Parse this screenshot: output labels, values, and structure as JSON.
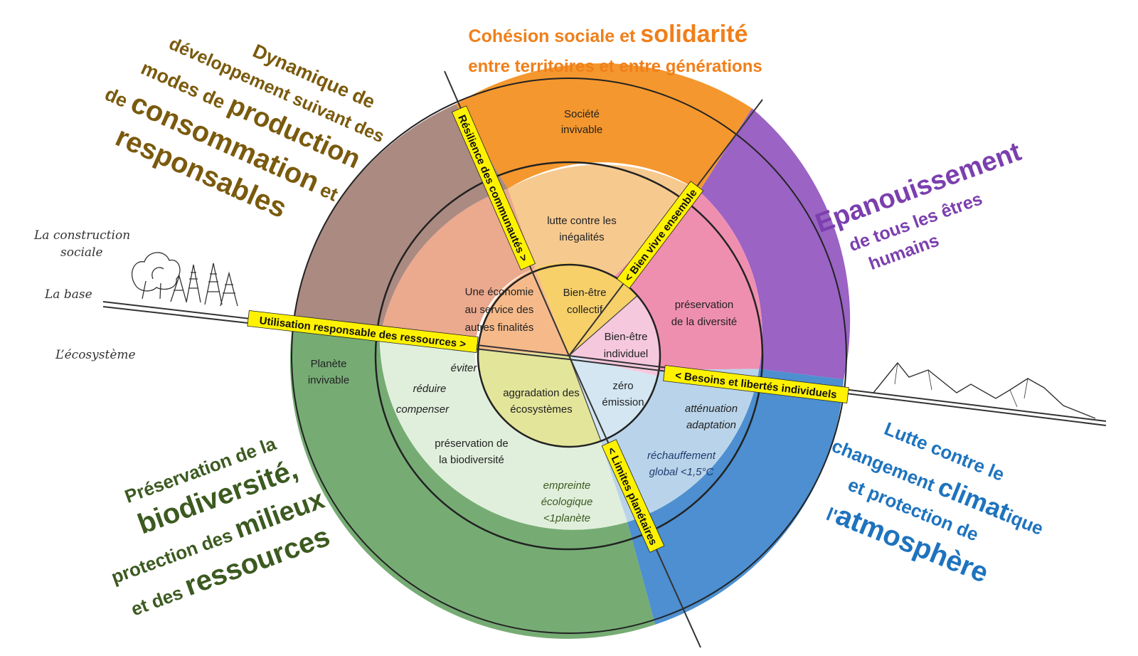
{
  "colors": {
    "orange": "#f28a1e",
    "purple": "#8a49b8",
    "blue": "#2f7dc4",
    "green": "#5a9a5a",
    "brown": "#a87e74",
    "olive": "#7a5a0d",
    "dark_green": "#3c5a20",
    "highlight": "#fff200"
  },
  "titles": {
    "top": {
      "line1_pre": "Cohésion sociale et ",
      "line1_big": "solidarité",
      "line2": "entre territoires et entre générations"
    },
    "top_left": {
      "l1": "Dynamique de",
      "l2": "développement suivant des",
      "l3_a": "modes de ",
      "l3_b": "production",
      "l4_a": "de ",
      "l4_b": "consommation",
      "l4_c": " et",
      "l5": "responsables"
    },
    "right": {
      "l1": "Epanouissement",
      "l2": "de tous les êtres",
      "l3": "humains"
    },
    "bottom_left": {
      "l1": "Préservation de la",
      "l2": "biodiversité,",
      "l3_a": "protection des ",
      "l3_b": "milieux",
      "l4_a": "et des ",
      "l4_b": "ressources"
    },
    "bottom_right": {
      "l1": "Lutte contre le",
      "l2_a": "changement ",
      "l2_b": "climat",
      "l2_c": "ique",
      "l3": "et protection de",
      "l4_a": "l'",
      "l4_b": "atmosphère"
    }
  },
  "side_labels": {
    "construction_l1": "La construction",
    "construction_l2": "sociale",
    "base": "La base",
    "ecosysteme": "L’écosystème"
  },
  "outer_ring": {
    "societe_l1": "Société",
    "societe_l2": "invivable",
    "planete_l1": "Planète",
    "planete_l2": "invivable"
  },
  "middle_ring": {
    "inegalites_l1": "lutte contre les",
    "inegalites_l2": "inégalités",
    "economie_l1": "Une économie",
    "economie_l2": "au service des",
    "economie_l3": "autres finalités",
    "diversite_l1": "préservation",
    "diversite_l2": "de la diversité",
    "attenuation_l1": "atténuation",
    "attenuation_l2": "adaptation",
    "rechauffement_l1": "réchauffement",
    "rechauffement_l2": "global <1,5°C",
    "empreinte_l1": "empreinte",
    "empreinte_l2": "écologique",
    "empreinte_l3": "<1planète",
    "biodiv_l1": "préservation de",
    "biodiv_l2": "la biodiversité",
    "eviter": "éviter",
    "reduire": "réduire",
    "compenser": "compenser"
  },
  "inner_circle": {
    "collectif_l1": "Bien-être",
    "collectif_l2": "collectif",
    "individuel_l1": "Bien-être",
    "individuel_l2": "individuel",
    "emission_l1": "zéro",
    "emission_l2": "émission",
    "aggradation_l1": "aggradation des",
    "aggradation_l2": "écosystèmes"
  },
  "axis_labels": {
    "resilience": "Résilience des communautés >",
    "bien_vivre": "< Bien vivre ensemble",
    "utilisation": "Utilisation responsable des ressources >",
    "besoins": "< Besoins et libertés individuels",
    "limites": "< Limites planétaires"
  }
}
